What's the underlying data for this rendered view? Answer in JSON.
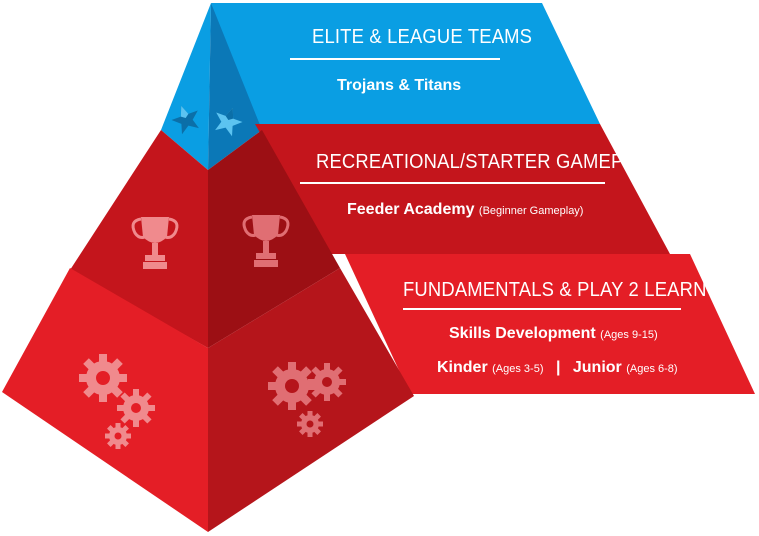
{
  "tiers": {
    "elite": {
      "title": "ELITE & LEAGUE TEAMS",
      "line1": "Trojans & Titans"
    },
    "recreational": {
      "title": "RECREATIONAL/STARTER GAMEPLAY",
      "program": "Feeder Academy",
      "program_note": "(Beginner Gameplay)"
    },
    "fundamentals": {
      "title": "FUNDAMENTALS & PLAY 2 LEARN",
      "skills": "Skills Development",
      "skills_note": "(Ages 9-15)",
      "kinder": "Kinder",
      "kinder_note": "(Ages 3-5)",
      "separator": "|",
      "junior": "Junior",
      "junior_note": "(Ages 6-8)"
    }
  },
  "icons": {
    "top": "star-icon",
    "middle": "trophy-icon",
    "bottom": "gears-icon"
  },
  "colors": {
    "blue_light": "#0a9ee3",
    "blue_dark": "#0b78b7",
    "red_mid": "#c4151c",
    "red_mid_dark": "#9c0f14",
    "red_bottom": "#e41e26",
    "red_bottom_dark": "#b5151b",
    "icon": "#f08a8d"
  }
}
